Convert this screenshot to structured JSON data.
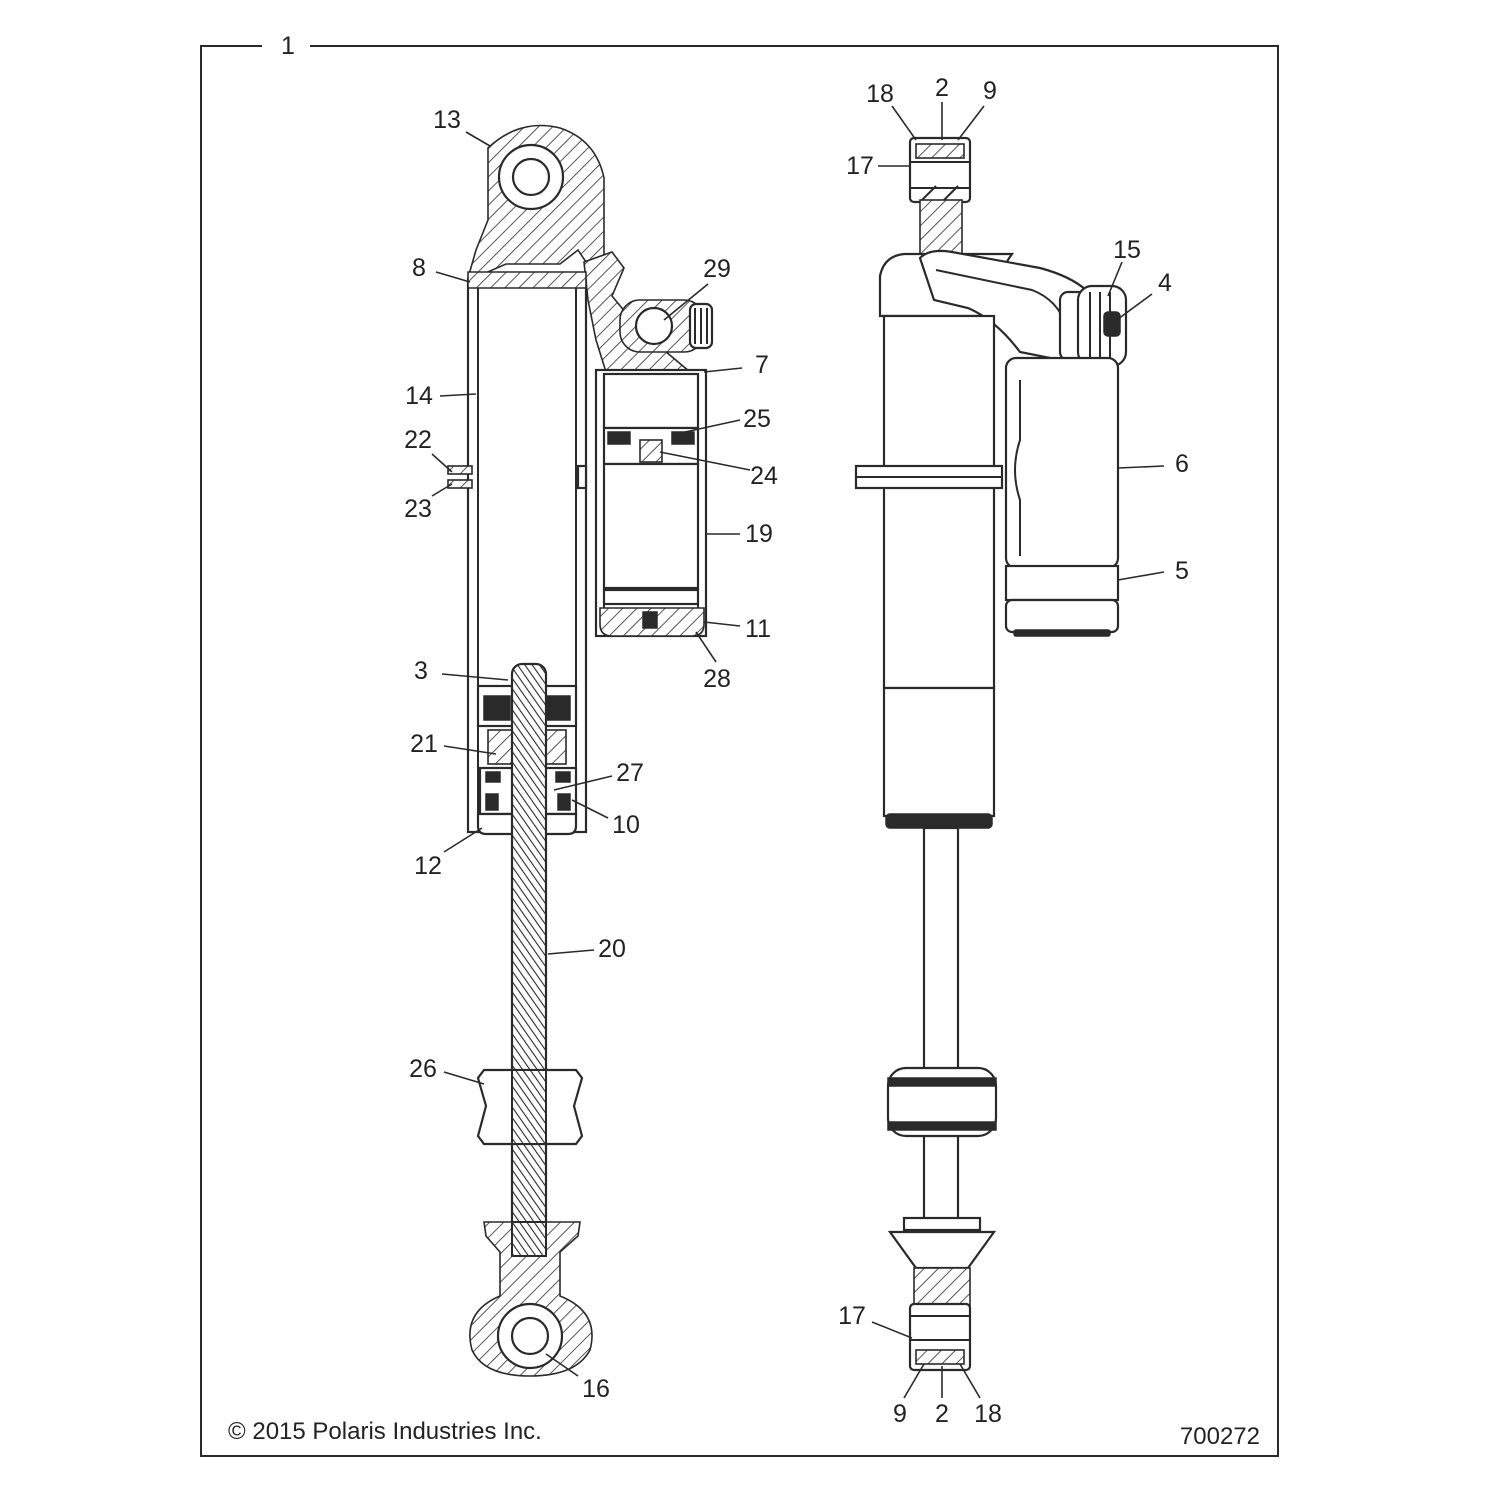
{
  "frame": {
    "label": "1"
  },
  "callouts": {
    "left": {
      "c13": "13",
      "c8": "8",
      "c29": "29",
      "c7": "7",
      "c14": "14",
      "c25": "25",
      "c22": "22",
      "c24": "24",
      "c23": "23",
      "c19": "19",
      "c11": "11",
      "c28": "28",
      "c3": "3",
      "c21": "21",
      "c27": "27",
      "c10": "10",
      "c12": "12",
      "c20": "20",
      "c26": "26",
      "c16": "16"
    },
    "right": {
      "c18_top": "18",
      "c2_top": "2",
      "c9_top": "9",
      "c17_top": "17",
      "c15": "15",
      "c4": "4",
      "c6": "6",
      "c5": "5",
      "c17_bottom": "17",
      "c9_bottom": "9",
      "c2_bottom": "2",
      "c18_bottom": "18"
    }
  },
  "footer": {
    "copyright": "© 2015 Polaris Industries Inc.",
    "figure_number": "700272"
  }
}
